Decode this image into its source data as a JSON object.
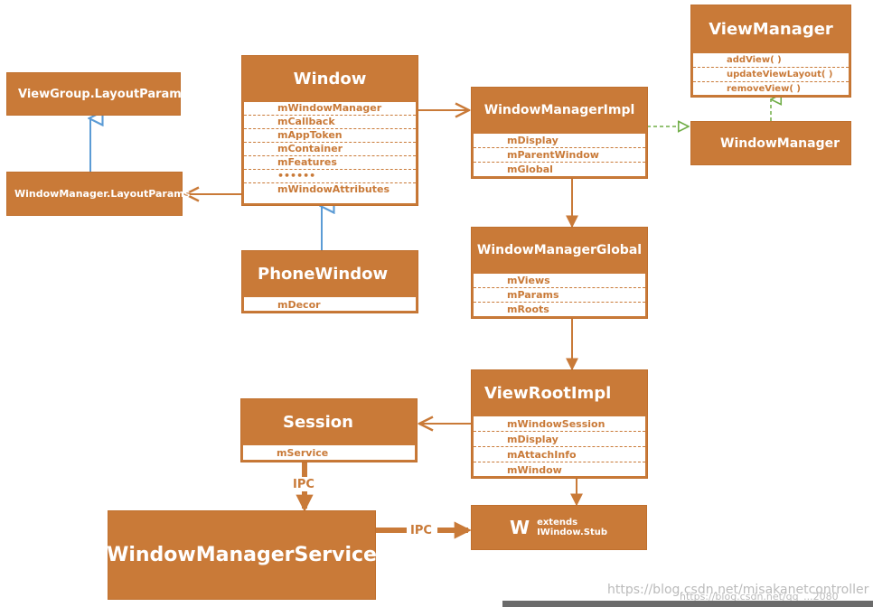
{
  "colors": {
    "box": "#c97a38",
    "inherit_line": "#5b9bd5",
    "impl_line": "#70ad47"
  },
  "viewgroup_layoutparams": {
    "title": "ViewGroup.LayoutParams"
  },
  "windowmanager_layoutparams": {
    "title": "WindowManager.LayoutParams"
  },
  "window": {
    "title": "Window",
    "fields": [
      "mWindowManager",
      "mCallback",
      "mAppToken",
      "mContainer",
      "mFeatures",
      "••••••",
      "mWindowAttributes"
    ]
  },
  "phonewindow": {
    "title": "PhoneWindow",
    "fields": [
      "mDecor"
    ]
  },
  "windowmanagerimpl": {
    "title": "WindowManagerImpl",
    "fields": [
      "mDisplay",
      "mParentWindow",
      "mGlobal"
    ]
  },
  "viewmanager": {
    "title": "ViewManager",
    "fields": [
      "addView( )",
      "updateViewLayout( )",
      "removeView( )"
    ]
  },
  "windowmanager": {
    "title": "WindowManager"
  },
  "windowmanagerglobal": {
    "title": "WindowManagerGlobal",
    "fields": [
      "mViews",
      "mParams",
      "mRoots"
    ]
  },
  "viewrootimpl": {
    "title": "ViewRootImpl",
    "fields": [
      "mWindowSession",
      "mDisplay",
      "mAttachInfo",
      "mWindow"
    ]
  },
  "session": {
    "title": "Session",
    "fields": [
      "mService"
    ]
  },
  "wms": {
    "title": "WindowManagerService"
  },
  "w": {
    "title": "W",
    "subtitle": "extends IWindow.Stub"
  },
  "ipc_labels": {
    "vertical": "IPC",
    "horizontal": "IPC"
  },
  "watermark": {
    "text1": "https://blog.csdn.net/misakanetcontroller",
    "text2": "https://blog.csdn.net/qq_...2080"
  }
}
